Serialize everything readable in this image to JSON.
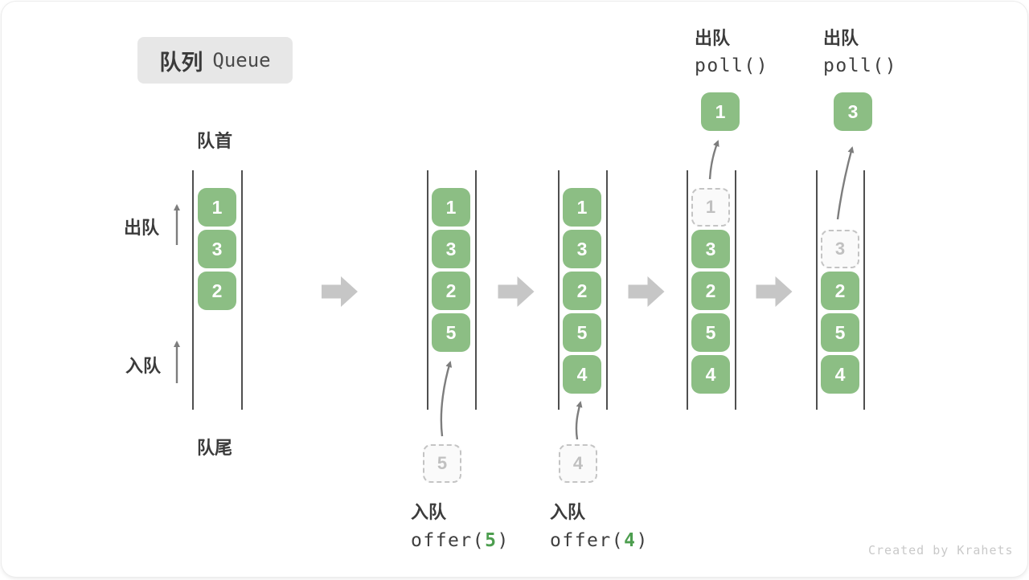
{
  "title": {
    "zh": "队列",
    "en": "Queue"
  },
  "side_labels": {
    "front": "队首",
    "rear": "队尾",
    "dequeue": "出队",
    "enqueue": "入队"
  },
  "ops": {
    "enqueue5": {
      "label": "入队",
      "pre": "offer(",
      "arg": "5",
      "post": ")"
    },
    "enqueue4": {
      "label": "入队",
      "pre": "offer(",
      "arg": "4",
      "post": ")"
    },
    "poll1": {
      "label": "出队",
      "code": "poll()"
    },
    "poll2": {
      "label": "出队",
      "code": "poll()"
    }
  },
  "columns": [
    {
      "boxes": [
        "1",
        "3",
        "2"
      ]
    },
    {
      "boxes": [
        "1",
        "3",
        "2",
        "5"
      ],
      "pending": "5"
    },
    {
      "boxes": [
        "1",
        "3",
        "2",
        "5",
        "4"
      ],
      "pending": "4"
    },
    {
      "removed": "1",
      "boxes": [
        "3",
        "2",
        "5",
        "4"
      ],
      "out": "1"
    },
    {
      "removed": "3",
      "boxes": [
        "2",
        "5",
        "4"
      ],
      "out": "3"
    }
  ],
  "watermark": "Created by Krahets",
  "colors": {
    "item_green": "#8cbe84",
    "code_arg_green": "#4d9e4f",
    "flow_arrow_gray": "#c6c6c6",
    "thin_arrow_gray": "#7d7d7d",
    "text_dark": "#3b3b3b",
    "dashed_border": "#c4c4c4",
    "title_bg": "#e7e7e7",
    "watermark_gray": "#c9c9c9"
  }
}
